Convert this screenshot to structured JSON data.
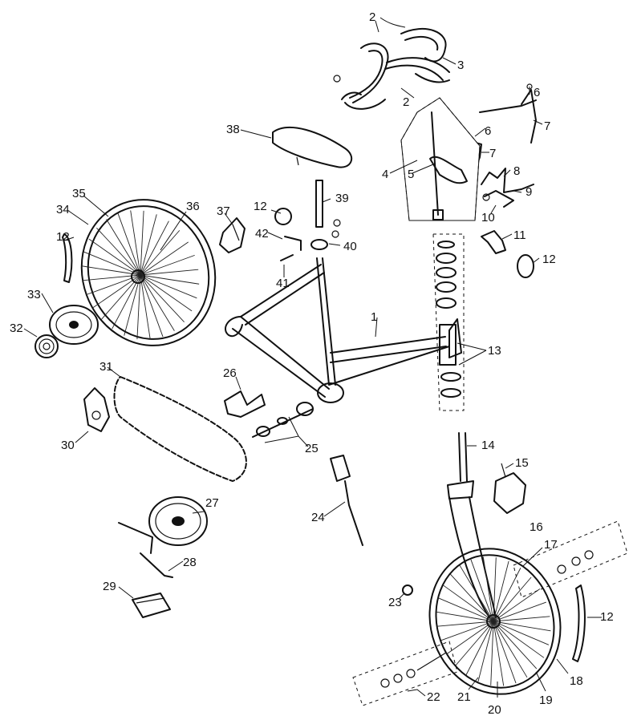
{
  "diagram": {
    "parts": [
      {
        "id": "p1",
        "label": "1"
      },
      {
        "id": "p2a",
        "label": "2"
      },
      {
        "id": "p2b",
        "label": "2"
      },
      {
        "id": "p3",
        "label": "3"
      },
      {
        "id": "p4",
        "label": "4"
      },
      {
        "id": "p5",
        "label": "5"
      },
      {
        "id": "p6a",
        "label": "6"
      },
      {
        "id": "p6b",
        "label": "6"
      },
      {
        "id": "p7a",
        "label": "7"
      },
      {
        "id": "p7b",
        "label": "7"
      },
      {
        "id": "p8",
        "label": "8"
      },
      {
        "id": "p9",
        "label": "9"
      },
      {
        "id": "p10",
        "label": "10"
      },
      {
        "id": "p11",
        "label": "11"
      },
      {
        "id": "p12a",
        "label": "12"
      },
      {
        "id": "p12b",
        "label": "12"
      },
      {
        "id": "p12c",
        "label": "12"
      },
      {
        "id": "p12d",
        "label": "12"
      },
      {
        "id": "p13",
        "label": "13"
      },
      {
        "id": "p14",
        "label": "14"
      },
      {
        "id": "p15",
        "label": "15"
      },
      {
        "id": "p16",
        "label": "16"
      },
      {
        "id": "p17",
        "label": "17"
      },
      {
        "id": "p18",
        "label": "18"
      },
      {
        "id": "p19",
        "label": "19"
      },
      {
        "id": "p20",
        "label": "20"
      },
      {
        "id": "p21",
        "label": "21"
      },
      {
        "id": "p22",
        "label": "22"
      },
      {
        "id": "p23",
        "label": "23"
      },
      {
        "id": "p24",
        "label": "24"
      },
      {
        "id": "p25",
        "label": "25"
      },
      {
        "id": "p26",
        "label": "26"
      },
      {
        "id": "p27",
        "label": "27"
      },
      {
        "id": "p28",
        "label": "28"
      },
      {
        "id": "p29",
        "label": "29"
      },
      {
        "id": "p30",
        "label": "30"
      },
      {
        "id": "p31",
        "label": "31"
      },
      {
        "id": "p32",
        "label": "32"
      },
      {
        "id": "p33",
        "label": "33"
      },
      {
        "id": "p34",
        "label": "34"
      },
      {
        "id": "p35",
        "label": "35"
      },
      {
        "id": "p36",
        "label": "36"
      },
      {
        "id": "p37",
        "label": "37"
      },
      {
        "id": "p38",
        "label": "38"
      },
      {
        "id": "p39",
        "label": "39"
      },
      {
        "id": "p40",
        "label": "40"
      },
      {
        "id": "p41",
        "label": "41"
      },
      {
        "id": "p42",
        "label": "42"
      }
    ]
  }
}
